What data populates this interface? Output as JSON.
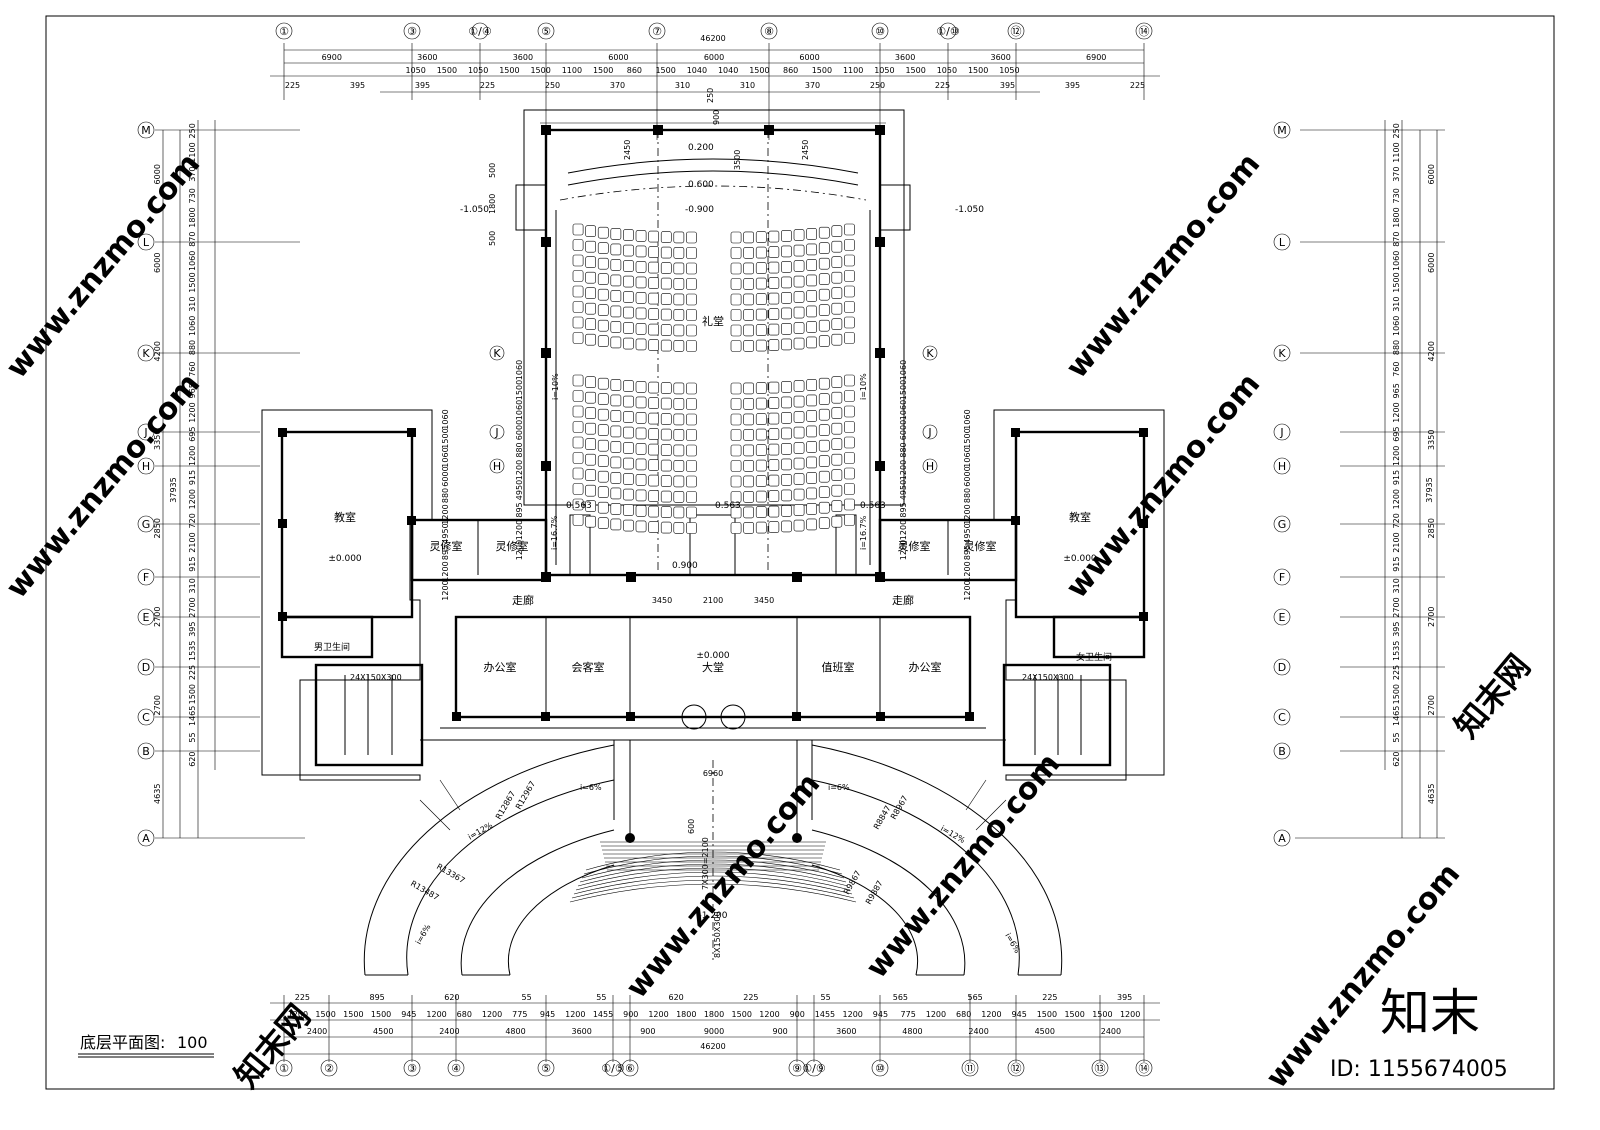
{
  "drawing": {
    "title": "底层平面图",
    "scale": "1:100",
    "total_width": "46200",
    "total_depth": "37935",
    "watermark_url": "www.znzmo.com",
    "watermark_brand": "知末网",
    "logo_text": "知末",
    "id_label": "ID: 1155674005"
  },
  "axes": {
    "top": [
      "①",
      "③",
      "①/④",
      "⑤",
      "⑦",
      "⑧",
      "⑩",
      "①/⑩",
      "⑫",
      "⑭"
    ],
    "bottom": [
      "①",
      "②",
      "③",
      "④",
      "⑤",
      "①/⑤",
      "⑥",
      "⑨",
      "①/⑨",
      "⑩",
      "⑪",
      "⑫",
      "⑬",
      "⑭"
    ],
    "left": [
      "M",
      "L",
      "K",
      "J",
      "H",
      "G",
      "F",
      "E",
      "D",
      "C",
      "B",
      "A"
    ],
    "right": [
      "M",
      "L",
      "K",
      "J",
      "H",
      "G",
      "F",
      "E",
      "D",
      "C",
      "B",
      "A"
    ],
    "inner": [
      "K",
      "J",
      "H"
    ]
  },
  "dimensions": {
    "top_row1": [
      "6900",
      "3600",
      "3600",
      "6000",
      "6000",
      "6000",
      "3600",
      "3600",
      "6900"
    ],
    "top_row2": [
      "1050",
      "1500",
      "1050",
      "1500",
      "1500",
      "1100",
      "1500",
      "860",
      "1500",
      "1040",
      "1040",
      "1500",
      "860",
      "1500",
      "1100",
      "1050",
      "1500",
      "1050",
      "1500",
      "1050"
    ],
    "top_row3": [
      "225",
      "395",
      "395",
      "225",
      "250",
      "370",
      "310",
      "310",
      "370",
      "250",
      "225",
      "395",
      "395",
      "225"
    ],
    "bottom_row1": [
      "2400",
      "4500",
      "2400",
      "4800",
      "3600",
      "900",
      "9000",
      "900",
      "3600",
      "4800",
      "2400",
      "4500",
      "2400"
    ],
    "bottom_row2": [
      "1200",
      "1500",
      "1500",
      "1500",
      "945",
      "1200",
      "680",
      "1200",
      "775",
      "945",
      "1200",
      "1455",
      "900",
      "1200",
      "1800",
      "1800",
      "1500",
      "1200",
      "900",
      "1455",
      "1200",
      "945",
      "775",
      "1200",
      "680",
      "1200",
      "945",
      "1500",
      "1500",
      "1500",
      "1200"
    ],
    "bottom_row3": [
      "225",
      "895",
      "620",
      "55",
      "55",
      "620",
      "225",
      "55",
      "565",
      "565",
      "225",
      "395"
    ],
    "left_col1": [
      "6000",
      "6000",
      "4200",
      "3350",
      "2850",
      "2700",
      "2700",
      "4635"
    ],
    "left_col2": [
      "250",
      "1100",
      "370",
      "730",
      "1800",
      "870",
      "1060",
      "1500",
      "310",
      "1060",
      "880",
      "760",
      "965",
      "1200",
      "695",
      "1200",
      "915",
      "1200",
      "720",
      "2100",
      "915",
      "310",
      "2700",
      "395",
      "1535",
      "225",
      "1500",
      "1465",
      "55",
      "620"
    ],
    "inner_vertical": [
      "1060",
      "1500",
      "1060",
      "6000",
      "880",
      "1200",
      "4950",
      "895",
      "1200",
      "1200"
    ]
  },
  "rooms": {
    "auditorium": "礼堂",
    "classroom_left": "教室",
    "classroom_right": "教室",
    "study1": "灵修室",
    "study2": "灵修室",
    "study3": "灵修室",
    "study4": "灵修室",
    "corridor_left": "走廊",
    "corridor_right": "走廊",
    "office_left": "办公室",
    "reception": "会客室",
    "lobby": "大堂",
    "duty": "值班室",
    "office_right": "办公室",
    "wc_male": "男卫生间",
    "wc_female": "女卫生间"
  },
  "levels": {
    "stage": "0.600",
    "back": "0.200",
    "pit": "-0.900",
    "side_exit_l": "-1.050",
    "side_exit_r": "-1.050",
    "classroom_l": "±0.000",
    "classroom_r": "±0.000",
    "lobby": "±0.000",
    "plaza": "-1.200",
    "aisle_l": "0.563",
    "aisle_c": "0.563",
    "aisle_r": "0.563",
    "aisle_low": "0.900"
  },
  "notes": {
    "slope1": "i=10%",
    "slope2": "i=10%",
    "slope3": "i=16.7%",
    "slope4": "i=16.7%",
    "ramp_l": "i=6%",
    "ramp_r": "i=6%",
    "ramp_l2": "i=12%",
    "ramp_r2": "i=12%",
    "ramp_l3": "i=6%",
    "ramp_r3": "i=6%",
    "stairs_steps": "24X150X300",
    "stairs_steps_r": "24X150X300",
    "front_steps": "7X300=2100",
    "front_steps2": "8X150X300",
    "arc_w": "6960",
    "arc_d": "600",
    "lobby_w1": "3450",
    "lobby_w2": "2100",
    "lobby_w3": "3450",
    "stage_d": "2450",
    "stage_d2": "3500",
    "stage_d3": "2450",
    "radii": [
      "R13367",
      "R13487",
      "R12867",
      "R12967",
      "R8847",
      "R8967",
      "R9867",
      "R9887"
    ],
    "top_w": "900",
    "top_w2": "250",
    "side_w1": "500",
    "side_w2": "1800",
    "side_w3": "500"
  }
}
